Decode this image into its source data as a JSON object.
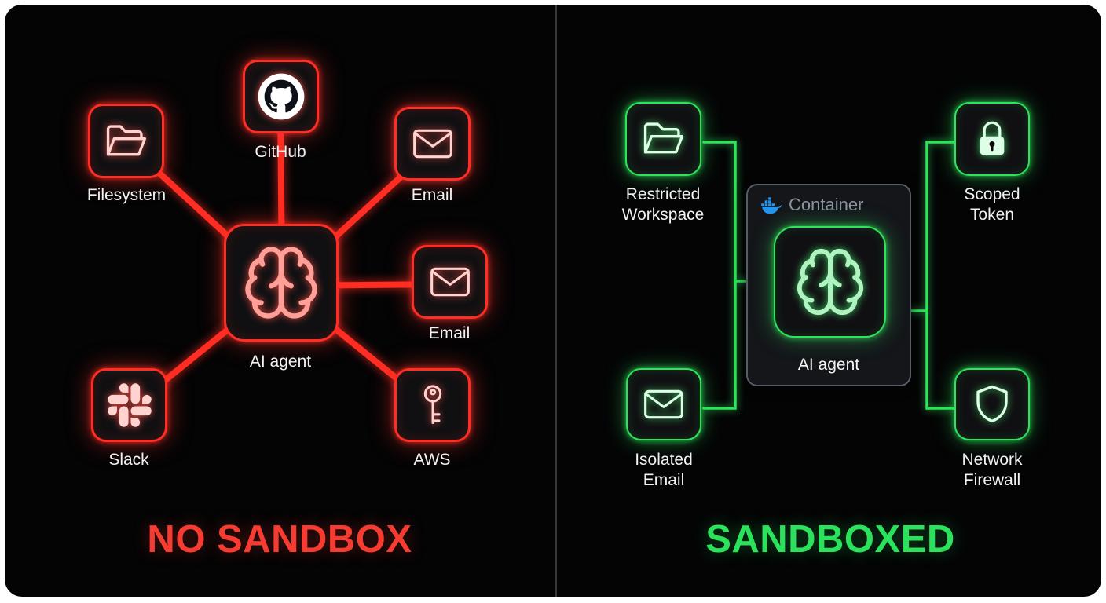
{
  "left": {
    "title": "NO SANDBOX",
    "agent": {
      "label": "AI agent",
      "icon": "brain-icon"
    },
    "nodes": {
      "filesystem": {
        "label": "Filesystem",
        "icon": "folder-icon"
      },
      "github": {
        "label": "GitHub",
        "icon": "github-icon"
      },
      "email_top": {
        "label": "Email",
        "icon": "email-icon"
      },
      "email_right": {
        "label": "Email",
        "icon": "email-icon"
      },
      "slack": {
        "label": "Slack",
        "icon": "slack-icon"
      },
      "aws": {
        "label": "AWS",
        "icon": "key-icon"
      }
    }
  },
  "right": {
    "title": "SANDBOXED",
    "container": {
      "label": "Container",
      "icon": "docker-icon"
    },
    "agent": {
      "label": "AI agent",
      "icon": "brain-icon"
    },
    "nodes": {
      "restricted_workspace": {
        "label": "Restricted\nWorkspace",
        "icon": "folder-icon"
      },
      "scoped_token": {
        "label": "Scoped\nToken",
        "icon": "lock-icon"
      },
      "isolated_email": {
        "label": "Isolated\nEmail",
        "icon": "email-icon"
      },
      "network_firewall": {
        "label": "Network\nFirewall",
        "icon": "shield-icon"
      }
    }
  },
  "colors": {
    "danger": "#ff2d23",
    "danger_soft": "#ffd3d0",
    "safe": "#2fe35c",
    "safe_soft": "#dcffe5",
    "docker_blue": "#2496ed",
    "container_border": "#575d67",
    "container_text": "#8b939f",
    "label_text": "#f2f2f2"
  }
}
